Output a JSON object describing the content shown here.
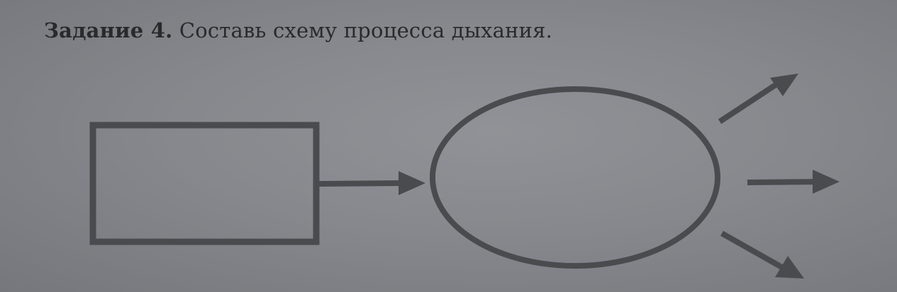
{
  "task": {
    "label": "Задание 4.",
    "text": "Составь схему процесса дыхания."
  },
  "diagram": {
    "stroke_color": "#4a4b4f",
    "nodes": [
      "rectangle",
      "ellipse"
    ],
    "arrows": [
      "rectangle-to-ellipse",
      "ellipse-out-upper",
      "ellipse-out-middle",
      "ellipse-out-lower"
    ]
  }
}
